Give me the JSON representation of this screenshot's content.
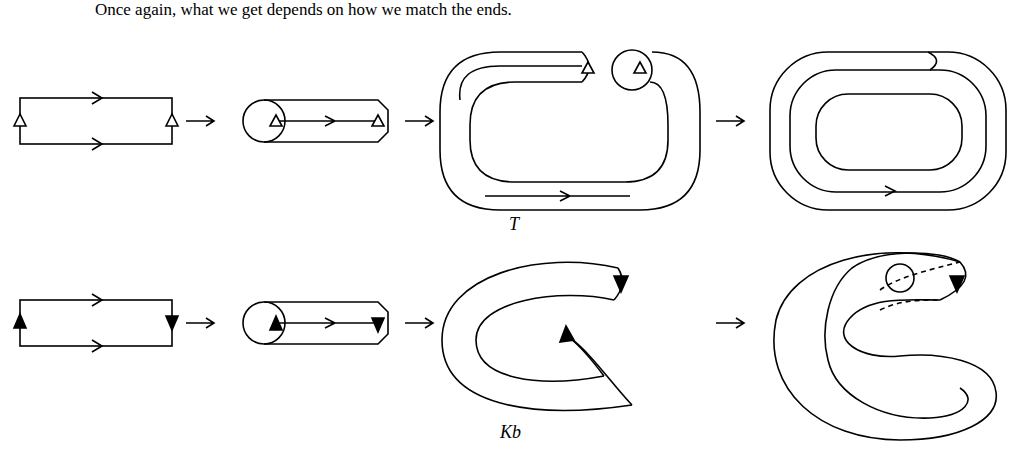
{
  "diagram": {
    "labels": [
      "Once again, what we get depends on how we match the ends.",
      "T",
      "Kb"
    ]
  }
}
